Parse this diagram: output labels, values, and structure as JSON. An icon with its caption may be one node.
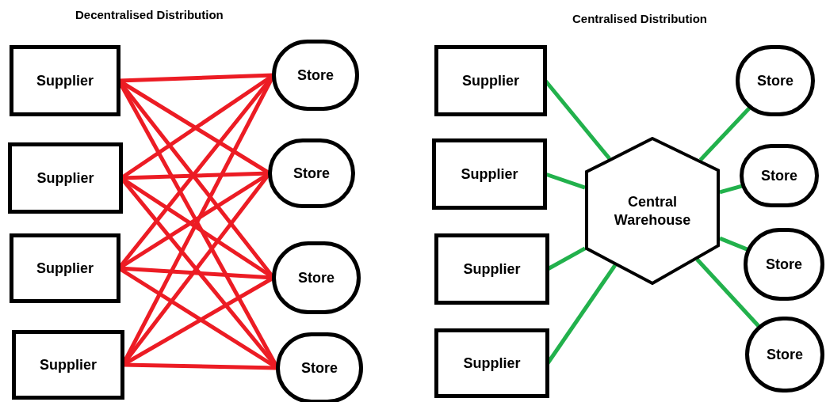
{
  "diagram": {
    "nodes": [
      {
        "text": [
          "Supplier"
        ]
      },
      {
        "text": [
          "Supplier"
        ]
      },
      {
        "text": [
          "Supplier"
        ]
      },
      {
        "text": [
          "Supplier"
        ]
      },
      {
        "text": [
          "Store"
        ]
      },
      {
        "text": [
          "Store"
        ]
      },
      {
        "text": [
          "Store"
        ]
      },
      {
        "text": [
          "Store"
        ]
      },
      {
        "text": [
          "Supplier"
        ]
      },
      {
        "text": [
          "Supplier"
        ]
      },
      {
        "text": [
          "Supplier"
        ]
      },
      {
        "text": [
          "Supplier"
        ]
      },
      {
        "text": [
          "Central Warehouse"
        ]
      },
      {
        "text": [
          "Store"
        ]
      },
      {
        "text": [
          "Store"
        ]
      },
      {
        "text": [
          "Store"
        ]
      },
      {
        "text": [
          "Store"
        ]
      }
    ],
    "edges": [
      {
        "from": 0,
        "to": 4,
        "arrow": "none"
      },
      {
        "from": 0,
        "to": 5,
        "arrow": "none"
      },
      {
        "from": 0,
        "to": 6,
        "arrow": "none"
      },
      {
        "from": 0,
        "to": 7,
        "arrow": "none"
      },
      {
        "from": 1,
        "to": 4,
        "arrow": "none"
      },
      {
        "from": 1,
        "to": 5,
        "arrow": "none"
      },
      {
        "from": 1,
        "to": 6,
        "arrow": "none"
      },
      {
        "from": 1,
        "to": 7,
        "arrow": "none"
      },
      {
        "from": 2,
        "to": 4,
        "arrow": "none"
      },
      {
        "from": 2,
        "to": 5,
        "arrow": "none"
      },
      {
        "from": 2,
        "to": 6,
        "arrow": "none"
      },
      {
        "from": 2,
        "to": 7,
        "arrow": "none"
      },
      {
        "from": 3,
        "to": 4,
        "arrow": "none"
      },
      {
        "from": 3,
        "to": 5,
        "arrow": "none"
      },
      {
        "from": 3,
        "to": 6,
        "arrow": "none"
      },
      {
        "from": 3,
        "to": 7,
        "arrow": "none"
      },
      {
        "from": 8,
        "to": 12,
        "arrow": "none",
        "color": "#22b14c"
      },
      {
        "from": 9,
        "to": 12,
        "arrow": "none",
        "color": "#22b14c"
      },
      {
        "from": 10,
        "to": 12,
        "arrow": "none",
        "color": "#22b14c"
      },
      {
        "from": 11,
        "to": 12,
        "arrow": "none",
        "color": "#22b14c"
      },
      {
        "from": 12,
        "to": 13,
        "arrow": "none",
        "color": "#22b14c"
      },
      {
        "from": 12,
        "to": 14,
        "arrow": "none",
        "color": "#22b14c"
      },
      {
        "from": 12,
        "to": 15,
        "arrow": "none",
        "color": "#22b14c"
      },
      {
        "from": 12,
        "to": 16,
        "arrow": "none",
        "color": "#22b14c"
      }
    ],
    "labels": [
      "Decentralised Distribution",
      "Centralised Distribution"
    ]
  }
}
